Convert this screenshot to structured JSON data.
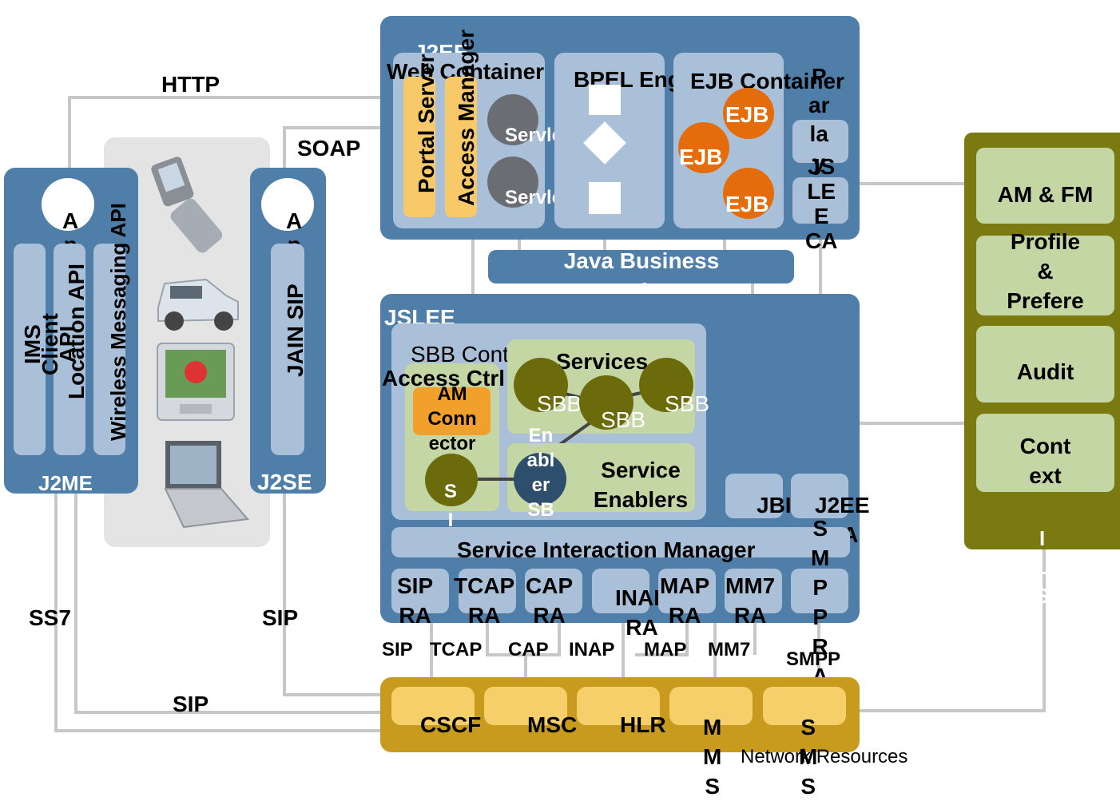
{
  "protocols": {
    "http": "HTTP",
    "soap": "SOAP",
    "ss7": "SS7",
    "sip_left": "SIP",
    "sip_bottom": "SIP",
    "sip_lower": "SIP",
    "tcap": "TCAP",
    "cap": "CAP",
    "inap": "INAP",
    "map": "MAP",
    "mm7": "MM7",
    "smpp": "SMPP"
  },
  "j2me": {
    "label": "J2ME",
    "app": "A\np\np",
    "apis": [
      "IMS\nClient\nAPI",
      "Location API",
      "Wireless Messaging API"
    ]
  },
  "j2se": {
    "label": "J2SE",
    "app": "A\np\np",
    "api": "JAIN SIP"
  },
  "j2ee": {
    "label": "J2EE",
    "web_container": "Web Container",
    "portal_server": "Portal Server",
    "access_manager": "Access Manager",
    "servlet1": "Servlet",
    "servlet2": "Servlet",
    "bpel": "BPEL Engine",
    "ejb_container": "EJB Container",
    "ejb1": "EJB",
    "ejb2": "EJB",
    "ejb3": "EJB",
    "parlay": "P\nar\nla\ny",
    "jslee_ca": "JS\nLE\nE\nCA",
    "jbi": "Java Business Integration Bus"
  },
  "jslee": {
    "label": "JSLEE",
    "sbb_container": "SBB Container",
    "access_ctrl": "Access Ctrl",
    "am_connector": "AM\nConn\nector",
    "sbb_small": "S\nI\nI",
    "services": "Services",
    "sbb1": "SBB",
    "sbb2": "SBB",
    "sbb3": "SBB",
    "enabler_sbb": "En\nabl\ner\nSB\nB",
    "service_enablers": "Service\nEnablers",
    "jbi_ra": "JBI\nRA",
    "j2ee_ra": "J2EE\nRA",
    "sim": "Service Interaction Manager",
    "ras": [
      "SIP\nRA",
      "TCAP\nRA",
      "CAP\nRA",
      "INAP\nRA",
      "MAP\nRA",
      "MM7\nRA"
    ],
    "smpp_ra": "S\nM\nP\nP\nR\nA"
  },
  "right": {
    "items": [
      "AM & FM",
      "Profile\n&\nPrefere\nnces",
      "Audit",
      "Cont\next"
    ],
    "side": "I\nL\nS"
  },
  "network": {
    "label": "Network Resources",
    "items": [
      "CSCF",
      "MSC",
      "HLR",
      "M\nM\nS",
      "S\nM\nS"
    ]
  },
  "colors": {
    "blue": "#4f7fa8",
    "light_blue": "#a9c0d8",
    "green": "#c5d6a5",
    "olive": "#7a7a10",
    "gold": "#c89a1e",
    "orange": "#f1a12b",
    "ejb_orange": "#e56c0a"
  }
}
